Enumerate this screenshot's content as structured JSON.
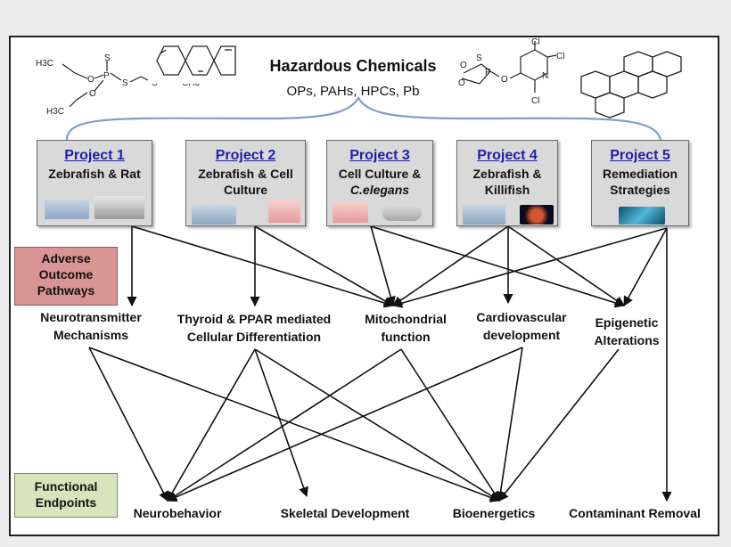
{
  "header": {
    "title": "Hazardous Chemicals",
    "subtitle": "OPs, PAHs, HPCs, Pb"
  },
  "chemicals": {
    "left": [
      "H3C",
      "O",
      "P",
      "S",
      "S",
      "S",
      "CH3",
      "O",
      "H3C"
    ],
    "right": [
      "Cl",
      "Cl",
      "Cl",
      "O",
      "P",
      "S",
      "O",
      "O",
      "N"
    ]
  },
  "projects": [
    {
      "title": "Project 1",
      "desc": "Zebrafish & Rat"
    },
    {
      "title": "Project 2",
      "desc": "Zebrafish & Cell Culture"
    },
    {
      "title": "Project 3",
      "desc": "Cell Culture &",
      "desc_italic": "C.elegans"
    },
    {
      "title": "Project 4",
      "desc": "Zebrafish & Killifish"
    },
    {
      "title": "Project 5",
      "desc": "Remediation Strategies"
    }
  ],
  "categories": {
    "aop": "Adverse Outcome Pathways",
    "functional": "Functional Endpoints"
  },
  "outcomes": [
    {
      "label_1": "Neurotransmitter",
      "label_2": "Mechanisms"
    },
    {
      "label_1": "Thyroid & PPAR mediated",
      "label_2": "Cellular Differentiation"
    },
    {
      "label_1": "Mitochondrial",
      "label_2": "function"
    },
    {
      "label_1": "Cardiovascular",
      "label_2": "development"
    },
    {
      "label_1": "Epigenetic",
      "label_2": "Alterations"
    }
  ],
  "endpoints": [
    "Neurobehavior",
    "Skeletal Development",
    "Bioenergetics",
    "Contaminant Removal"
  ],
  "colors": {
    "project_title": "#1f1fa8",
    "project_box": "#d9d9d9",
    "aop_box": "#d99594",
    "functional_box": "#d7e4bd",
    "bracket": "#7f9fc7",
    "arrow": "#111111"
  }
}
